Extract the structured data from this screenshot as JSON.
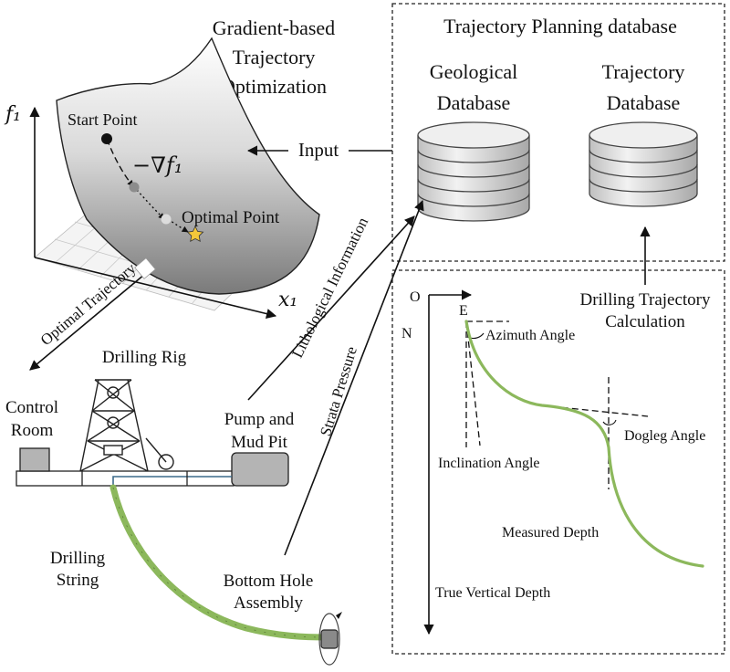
{
  "optimization": {
    "title_lines": [
      "Gradient-based",
      "Trajectory",
      "Optimization"
    ],
    "start_point": "Start Point",
    "gradient_label": "−∇f₁",
    "optimal_point": "Optimal Point",
    "axis_f1": "f₁",
    "axis_x1": "x₁"
  },
  "database": {
    "title": "Trajectory Planning database",
    "geological_lines": [
      "Geological",
      "Database"
    ],
    "trajectory_lines": [
      "Trajectory",
      "Database"
    ]
  },
  "flows": {
    "input": "Input",
    "optimal_trajectory": "Optimal Trajectory",
    "lithological_information": "Lithological Information",
    "strata_pressure": "Strata Pressure",
    "calculation_lines": [
      "Drilling Trajectory",
      "Calculation"
    ]
  },
  "rig": {
    "drilling_rig": "Drilling Rig",
    "control_room_lines": [
      "Control",
      "Room"
    ],
    "pump_lines": [
      "Pump and",
      "Mud Pit"
    ],
    "drilling_string_lines": [
      "Drilling",
      "String"
    ],
    "bha_lines": [
      "Bottom Hole",
      "Assembly"
    ]
  },
  "trajectory": {
    "origin": "O",
    "east": "E",
    "north": "N",
    "azimuth_angle": "Azimuth Angle",
    "inclination_angle": "Inclination Angle",
    "dogleg_angle": "Dogleg Angle",
    "measured_depth": "Measured Depth",
    "true_vertical_depth": "True Vertical Depth"
  },
  "colors": {
    "pipe_green": "#8cb85c",
    "surface_dark": "#8a8a8a",
    "equipment_gray": "#b4b4b4"
  }
}
